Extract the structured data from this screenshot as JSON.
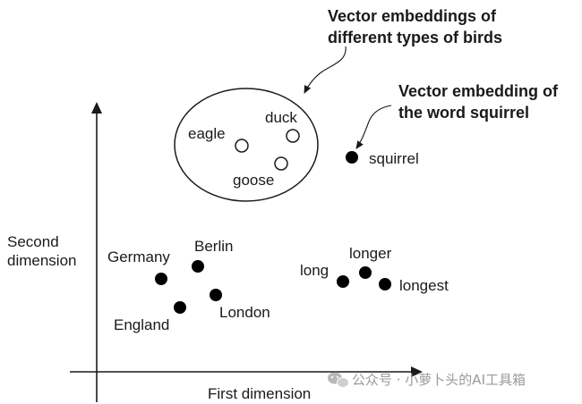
{
  "axes": {
    "x_label": "First dimension",
    "y_label_line1": "Second",
    "y_label_line2": "dimension"
  },
  "annotations": {
    "birds_line1": "Vector embeddings of",
    "birds_line2": "different types of birds",
    "squirrel_line1": "Vector embedding of",
    "squirrel_line2": "the word squirrel"
  },
  "points": [
    {
      "id": "eagle",
      "label": "eagle",
      "filled": false
    },
    {
      "id": "duck",
      "label": "duck",
      "filled": false
    },
    {
      "id": "goose",
      "label": "goose",
      "filled": false
    },
    {
      "id": "squirrel",
      "label": "squirrel",
      "filled": true
    },
    {
      "id": "germany",
      "label": "Germany",
      "filled": true
    },
    {
      "id": "berlin",
      "label": "Berlin",
      "filled": true
    },
    {
      "id": "england",
      "label": "England",
      "filled": true
    },
    {
      "id": "london",
      "label": "London",
      "filled": true
    },
    {
      "id": "long",
      "label": "long",
      "filled": true
    },
    {
      "id": "longer",
      "label": "longer",
      "filled": true
    },
    {
      "id": "longest",
      "label": "longest",
      "filled": true
    }
  ],
  "watermark": {
    "icon": "wechat-icon",
    "text": "公众号 · 小萝卜头的AI工具箱"
  }
}
